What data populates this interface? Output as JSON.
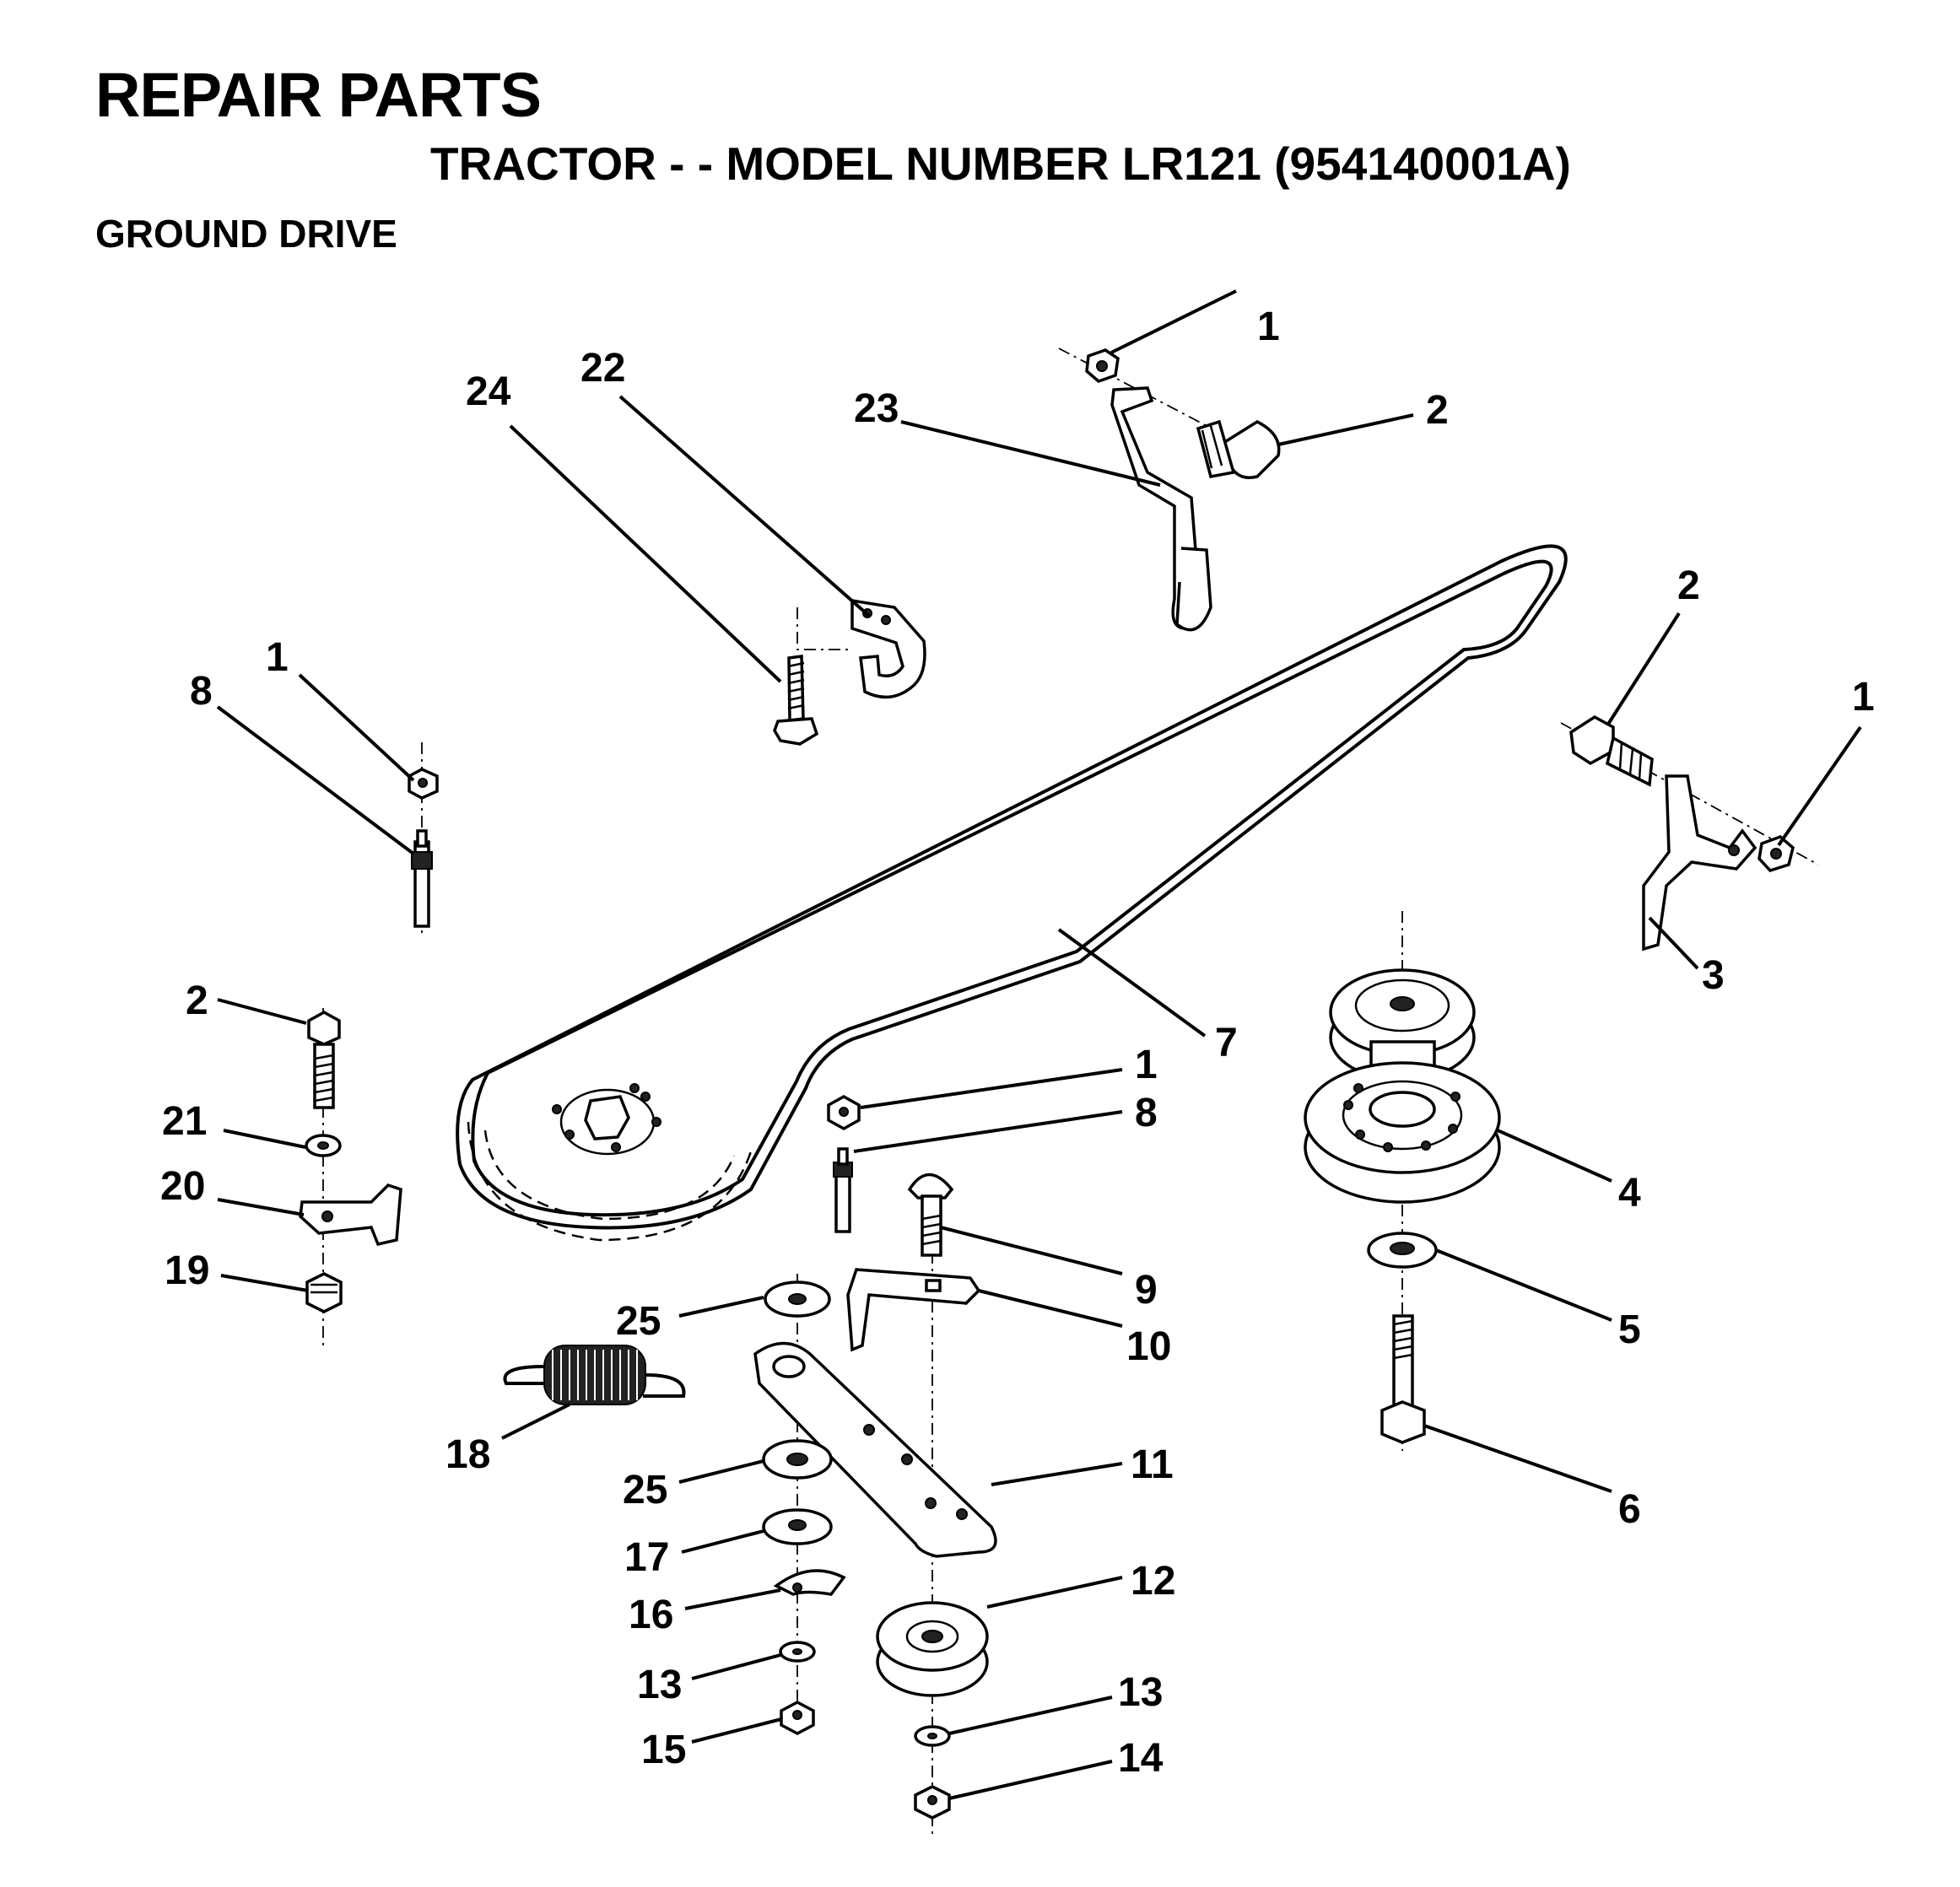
{
  "header": {
    "title": "REPAIR PARTS",
    "subtitle": "TRACTOR - - MODEL NUMBER LR121 (954140001A)",
    "section": "GROUND DRIVE"
  },
  "callouts": [
    {
      "id": "c1a",
      "label": "1"
    },
    {
      "id": "c2a",
      "label": "2"
    },
    {
      "id": "c23",
      "label": "23"
    },
    {
      "id": "c24",
      "label": "24"
    },
    {
      "id": "c22",
      "label": "22"
    },
    {
      "id": "c2b",
      "label": "2"
    },
    {
      "id": "c1b",
      "label": "1"
    },
    {
      "id": "c1c",
      "label": "1"
    },
    {
      "id": "c8a",
      "label": "8"
    },
    {
      "id": "c3",
      "label": "3"
    },
    {
      "id": "c7",
      "label": "7"
    },
    {
      "id": "c2c",
      "label": "2"
    },
    {
      "id": "c1d",
      "label": "1"
    },
    {
      "id": "c8b",
      "label": "8"
    },
    {
      "id": "c21",
      "label": "21"
    },
    {
      "id": "c4",
      "label": "4"
    },
    {
      "id": "c20",
      "label": "20"
    },
    {
      "id": "c19",
      "label": "19"
    },
    {
      "id": "c9",
      "label": "9"
    },
    {
      "id": "c25a",
      "label": "25"
    },
    {
      "id": "c10",
      "label": "10"
    },
    {
      "id": "c5",
      "label": "5"
    },
    {
      "id": "c18",
      "label": "18"
    },
    {
      "id": "c11",
      "label": "11"
    },
    {
      "id": "c25b",
      "label": "25"
    },
    {
      "id": "c6",
      "label": "6"
    },
    {
      "id": "c17",
      "label": "17"
    },
    {
      "id": "c12",
      "label": "12"
    },
    {
      "id": "c16",
      "label": "16"
    },
    {
      "id": "c13a",
      "label": "13"
    },
    {
      "id": "c13b",
      "label": "13"
    },
    {
      "id": "c15",
      "label": "15"
    },
    {
      "id": "c14",
      "label": "14"
    }
  ]
}
